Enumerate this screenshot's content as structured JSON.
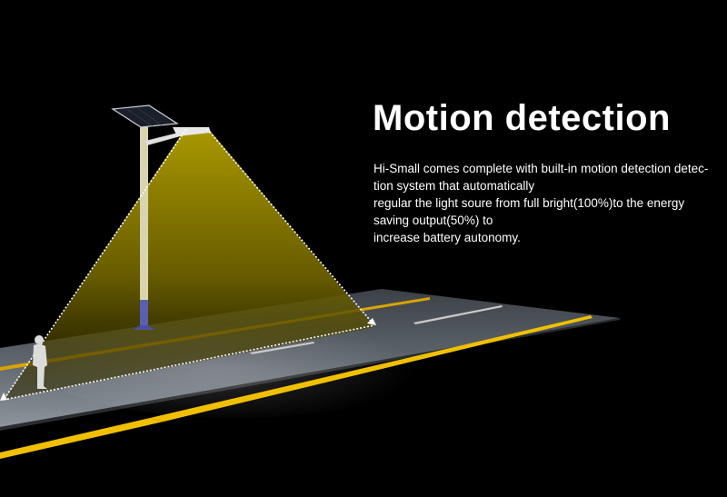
{
  "heading": {
    "title": "Motion detection"
  },
  "description": {
    "lines": [
      "Hi-Small comes complete with built-in motion detection detec-",
      "tion system that automatically",
      "regular the light soure from full bright(100%)to the energy",
      "saving output(50%) to",
      "increase battery autonomy."
    ]
  },
  "illustration": {
    "subject": "solar-street-light-with-motion-sensor",
    "light_color": "#c8b400",
    "road_lane_color": "#e6b800",
    "pole_base_color": "#4a4fa0"
  }
}
